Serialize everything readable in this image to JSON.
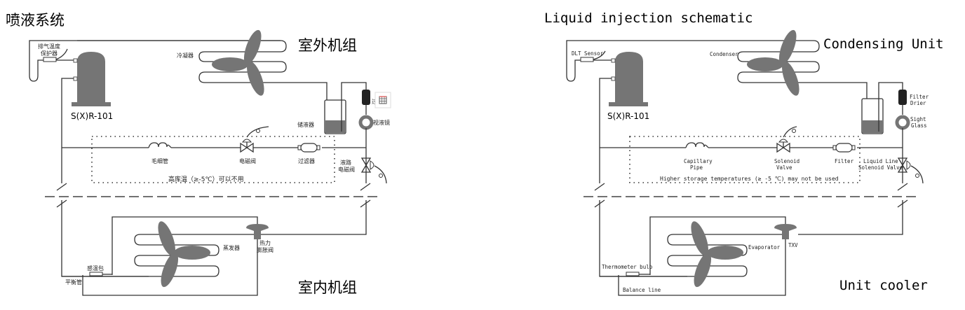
{
  "cn": {
    "title": "喷液系统",
    "outdoor_unit": "室外机组",
    "indoor_unit": "室内机组",
    "compressor_model": "S(X)R-101",
    "dlt_sensor": [
      "排气温度",
      "保护器"
    ],
    "condenser": "冷凝器",
    "receiver": "储液器",
    "filter_drier": "过",
    "sight_glass": "视液镜",
    "capillary": "毛细管",
    "solenoid_valve": "电磁阀",
    "filter": "过滤器",
    "liquid_line_solenoid": [
      "液路",
      "电磁阀"
    ],
    "note": "高库温（≥-5℃）可以不用",
    "evaporator": "蒸发器",
    "txv": [
      "热力",
      "膨胀阀"
    ],
    "bulb": "感温包",
    "balance_line": "平衡管"
  },
  "en": {
    "title": "Liquid injection schematic",
    "outdoor_unit": "Condensing Unit",
    "indoor_unit": "Unit cooler",
    "compressor_model": "S(X)R-101",
    "dlt_sensor": "DLT Sensor",
    "condenser": "Condenser",
    "filter_drier": [
      "Filter",
      "Drier"
    ],
    "sight_glass": [
      "Sight",
      "Glass"
    ],
    "capillary": [
      "Capillary",
      "Pipe"
    ],
    "solenoid_valve": [
      "Solenoid",
      "Valve"
    ],
    "filter": "Filter",
    "liquid_line_solenoid": [
      "Liquid Line",
      "Solenoid Valve"
    ],
    "note": "Higher storage temperatures (≥ -5 ℃) may not be used",
    "evaporator": "Evaporator",
    "txv": "TXV",
    "bulb": "Thermometer bulb",
    "balance_line": "Balance line"
  },
  "colors": {
    "component_fill": "#757575",
    "line": "#333333"
  },
  "icons": {
    "ocr_button": "table-scan-icon"
  }
}
